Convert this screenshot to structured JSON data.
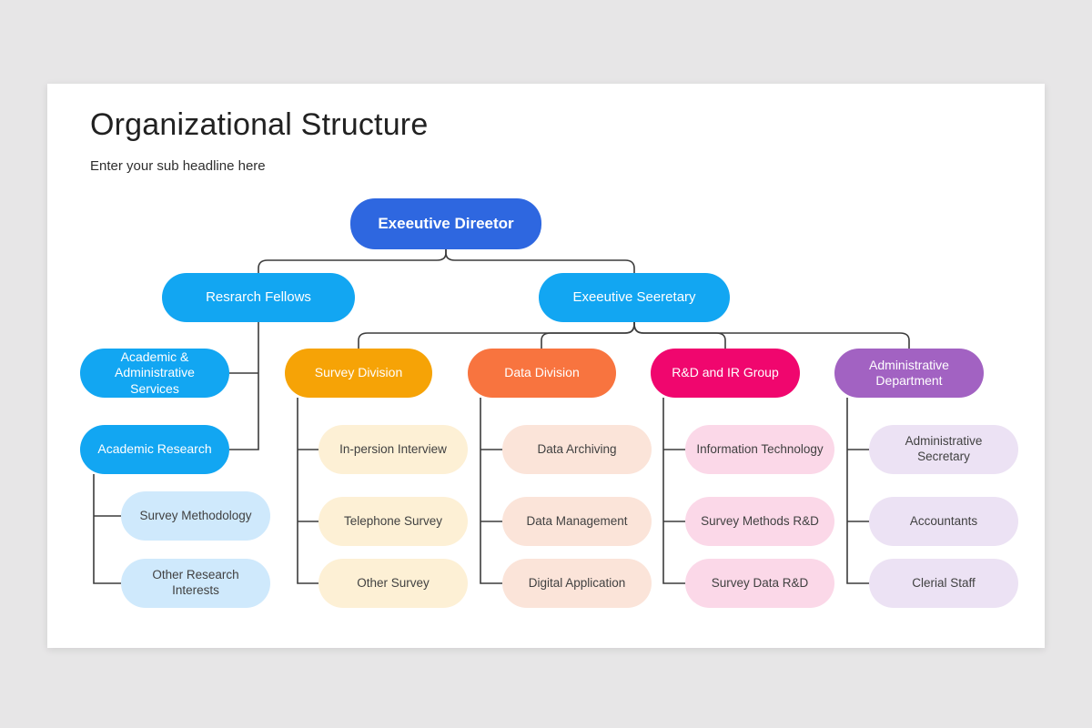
{
  "page": {
    "title": "Organizational Structure",
    "subtitle": "Enter your sub headline here"
  },
  "colors": {
    "royal_blue": "#2e67e0",
    "sky_blue": "#12a6f2",
    "pale_blue": "#cfe9fc",
    "orange": "#f6a306",
    "pale_yellow": "#fdf0d5",
    "orange_red": "#f8743f",
    "pale_peach": "#fbe4d9",
    "magenta": "#f0066e",
    "pale_pink": "#fbd8e8",
    "purple": "#a262c2",
    "pale_purple": "#ece2f4",
    "connector_line": "#3c3c3c",
    "dark_text": "#414141",
    "light_text": "#ffffff"
  },
  "org": {
    "nodes": [
      {
        "id": "executive-director",
        "label": "Exeeutive Direetor",
        "level": 1,
        "parent": null,
        "bg": "#2e67e0",
        "fg": "#ffffff"
      },
      {
        "id": "research-fellows",
        "label": "Resrarch Fellows",
        "level": 2,
        "parent": "executive-director",
        "bg": "#12a6f2",
        "fg": "#ffffff"
      },
      {
        "id": "executive-secretary",
        "label": "Exeeutive Seeretary",
        "level": 2,
        "parent": "executive-director",
        "bg": "#12a6f2",
        "fg": "#ffffff"
      },
      {
        "id": "academic-administrative-services",
        "label": "Academic & Administrative Services",
        "level": 3,
        "parent": "research-fellows",
        "bg": "#12a6f2",
        "fg": "#ffffff"
      },
      {
        "id": "academic-research",
        "label": "Academic Research",
        "level": 3,
        "parent": "research-fellows",
        "bg": "#12a6f2",
        "fg": "#ffffff"
      },
      {
        "id": "survey-methodology",
        "label": "Survey Methodology",
        "level": 4,
        "parent": "academic-research",
        "bg": "#cfe9fc",
        "fg": "#414141"
      },
      {
        "id": "other-research-interests",
        "label": "Other Research Interests",
        "level": 4,
        "parent": "academic-research",
        "bg": "#cfe9fc",
        "fg": "#414141"
      },
      {
        "id": "survey-division",
        "label": "Survey Division",
        "level": 3,
        "parent": "executive-secretary",
        "bg": "#f6a306",
        "fg": "#ffffff"
      },
      {
        "id": "in-persion-interview",
        "label": "In-persion Interview",
        "level": 4,
        "parent": "survey-division",
        "bg": "#fdf0d5",
        "fg": "#414141"
      },
      {
        "id": "telephone-survey",
        "label": "Telephone Survey",
        "level": 4,
        "parent": "survey-division",
        "bg": "#fdf0d5",
        "fg": "#414141"
      },
      {
        "id": "other-survey",
        "label": "Other Survey",
        "level": 4,
        "parent": "survey-division",
        "bg": "#fdf0d5",
        "fg": "#414141"
      },
      {
        "id": "data-division",
        "label": "Data Division",
        "level": 3,
        "parent": "executive-secretary",
        "bg": "#f8743f",
        "fg": "#ffffff"
      },
      {
        "id": "data-archiving",
        "label": "Data Archiving",
        "level": 4,
        "parent": "data-division",
        "bg": "#fbe4d9",
        "fg": "#414141"
      },
      {
        "id": "data-management",
        "label": "Data Management",
        "level": 4,
        "parent": "data-division",
        "bg": "#fbe4d9",
        "fg": "#414141"
      },
      {
        "id": "digital-application",
        "label": "Digital Application",
        "level": 4,
        "parent": "data-division",
        "bg": "#fbe4d9",
        "fg": "#414141"
      },
      {
        "id": "rd-and-ir-group",
        "label": "R&D and IR Group",
        "level": 3,
        "parent": "executive-secretary",
        "bg": "#f0066e",
        "fg": "#ffffff"
      },
      {
        "id": "information-technology",
        "label": "Information Technology",
        "level": 4,
        "parent": "rd-and-ir-group",
        "bg": "#fbd8e8",
        "fg": "#414141"
      },
      {
        "id": "survey-methods-rd",
        "label": "Survey Methods R&D",
        "level": 4,
        "parent": "rd-and-ir-group",
        "bg": "#fbd8e8",
        "fg": "#414141"
      },
      {
        "id": "survey-data-rd",
        "label": "Survey Data R&D",
        "level": 4,
        "parent": "rd-and-ir-group",
        "bg": "#fbd8e8",
        "fg": "#414141"
      },
      {
        "id": "administrative-department",
        "label": "Administrative Department",
        "level": 3,
        "parent": "executive-secretary",
        "bg": "#a262c2",
        "fg": "#ffffff"
      },
      {
        "id": "administrative-secretary",
        "label": "Administrative Secretary",
        "level": 4,
        "parent": "administrative-department",
        "bg": "#ece2f4",
        "fg": "#414141"
      },
      {
        "id": "accountants",
        "label": "Accountants",
        "level": 4,
        "parent": "administrative-department",
        "bg": "#ece2f4",
        "fg": "#414141"
      },
      {
        "id": "clerial-staff",
        "label": "Clerial Staff",
        "level": 4,
        "parent": "administrative-department",
        "bg": "#ece2f4",
        "fg": "#414141"
      }
    ]
  }
}
